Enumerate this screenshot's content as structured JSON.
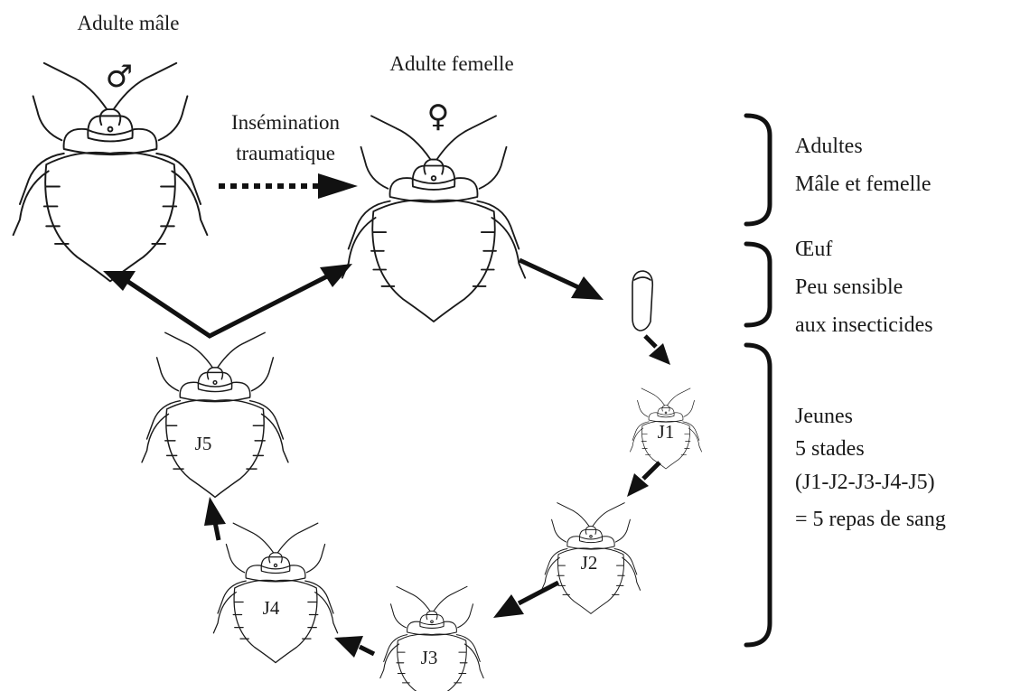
{
  "labels": {
    "male_adult": "Adulte mâle",
    "female_adult": "Adulte femelle",
    "male_symbol": "♂",
    "female_symbol": "♀",
    "insemination_line1": "Insémination",
    "insemination_line2": "traumatique"
  },
  "stages": {
    "j1": "J1",
    "j2": "J2",
    "j3": "J3",
    "j4": "J4",
    "j5": "J5"
  },
  "groups": {
    "adults": [
      "Adultes",
      "Mâle et femelle"
    ],
    "egg": [
      "Œuf",
      "Peu sensible",
      "aux insecticides"
    ],
    "young": [
      "Jeunes",
      "5 stades",
      "(J1-J2-J3-J4-J5)",
      "= 5 repas de sang"
    ]
  }
}
